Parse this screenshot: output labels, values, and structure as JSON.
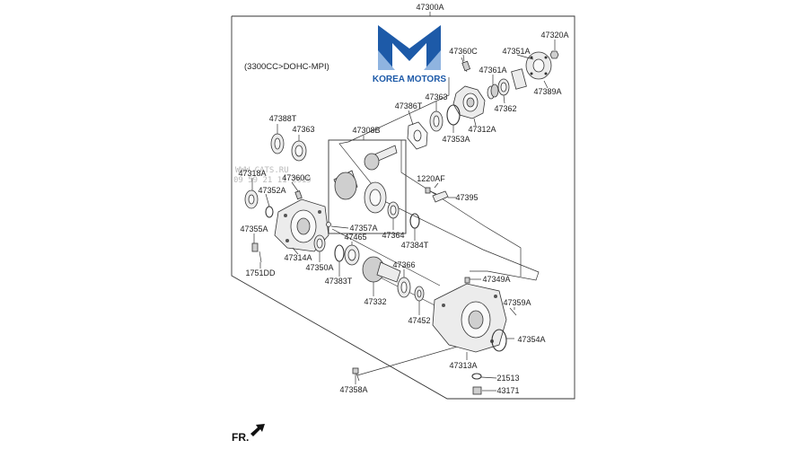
{
  "header": {
    "assembly_number": "47300A"
  },
  "engine_note": "(3300CC>DOHC-MPI)",
  "brand": {
    "name": "KOREA MOTORS",
    "colors": {
      "logo_dark": "#1d5aa8",
      "logo_light": "#8fb4e0"
    }
  },
  "watermark": {
    "lines": [
      "WWW.CATS.RU",
      "09 59 21 11 2019"
    ]
  },
  "direction_marker": {
    "label": "FR.",
    "icon": "arrow-front-icon"
  },
  "labels": {
    "p47360C_top": "47360C",
    "p47351A": "47351A",
    "p47320A": "47320A",
    "p47361A": "47361A",
    "p47389A": "47389A",
    "p47363_top": "47363",
    "p47386T": "47386T",
    "p47362": "47362",
    "p47353A": "47353A",
    "p47312A": "47312A",
    "p47388T": "47388T",
    "p47363_left": "47363",
    "p47308B": "47308B",
    "p47318A": "47318A",
    "p47360C_left": "47360C",
    "p47352A": "47352A",
    "p1220AF": "1220AF",
    "p47395": "47395",
    "p47357A": "47357A",
    "p47355A": "47355A",
    "p47465": "47465",
    "p47364": "47364",
    "p47384T": "47384T",
    "p47314A": "47314A",
    "p47350A": "47350A",
    "p1751DD": "1751DD",
    "p47366": "47366",
    "p47383T": "47383T",
    "p47349A": "47349A",
    "p47359A": "47359A",
    "p47332": "47332",
    "p47452": "47452",
    "p47354A": "47354A",
    "p47313A": "47313A",
    "p21513": "21513",
    "p47358A": "47358A",
    "p43171": "43171"
  }
}
